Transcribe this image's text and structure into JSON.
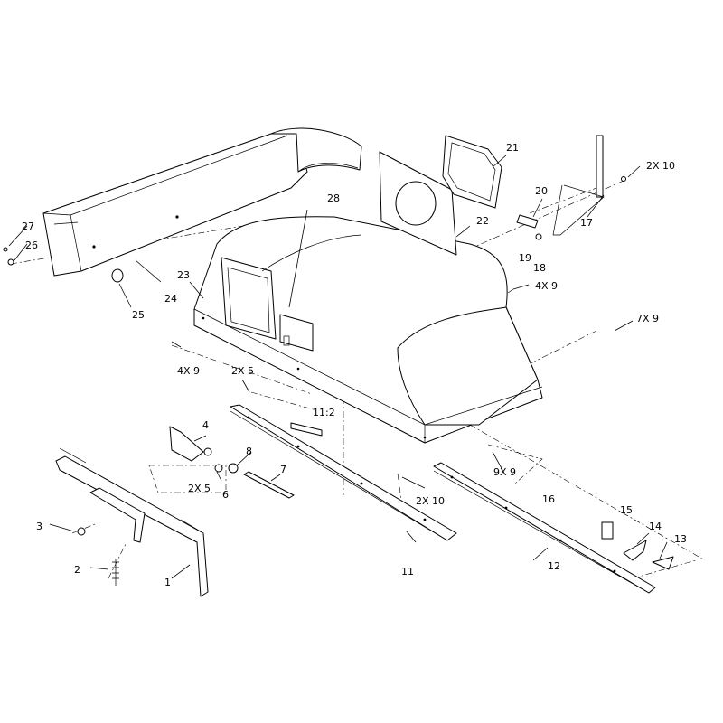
{
  "diagram": {
    "callouts": [
      {
        "id": "c1",
        "text": "1"
      },
      {
        "id": "c2",
        "text": "2"
      },
      {
        "id": "c3",
        "text": "3"
      },
      {
        "id": "c4",
        "text": "4"
      },
      {
        "id": "c5",
        "text": "2X 5"
      },
      {
        "id": "c6",
        "text": "6"
      },
      {
        "id": "c7",
        "text": "7"
      },
      {
        "id": "c8",
        "text": "8"
      },
      {
        "id": "c9a",
        "text": "4X 9"
      },
      {
        "id": "c9b",
        "text": "4X 9"
      },
      {
        "id": "c9c",
        "text": "7X 9"
      },
      {
        "id": "c9d",
        "text": "9X 9"
      },
      {
        "id": "c10a",
        "text": "2X 10"
      },
      {
        "id": "c10b",
        "text": "2X 10"
      },
      {
        "id": "c11",
        "text": "11"
      },
      {
        "id": "c11b",
        "text": "11:2"
      },
      {
        "id": "c12",
        "text": "12"
      },
      {
        "id": "c13",
        "text": "13"
      },
      {
        "id": "c14",
        "text": "14"
      },
      {
        "id": "c15",
        "text": "15"
      },
      {
        "id": "c16",
        "text": "16"
      },
      {
        "id": "c17",
        "text": "17"
      },
      {
        "id": "c18",
        "text": "18"
      },
      {
        "id": "c19",
        "text": "19"
      },
      {
        "id": "c20",
        "text": "20"
      },
      {
        "id": "c21",
        "text": "21"
      },
      {
        "id": "c22",
        "text": "22"
      },
      {
        "id": "c23",
        "text": "23"
      },
      {
        "id": "c24",
        "text": "24"
      },
      {
        "id": "c25",
        "text": "25"
      },
      {
        "id": "c26",
        "text": "26"
      },
      {
        "id": "c27",
        "text": "27"
      },
      {
        "id": "c28",
        "text": "28"
      },
      {
        "id": "c5b",
        "text": "2X 5"
      }
    ]
  }
}
